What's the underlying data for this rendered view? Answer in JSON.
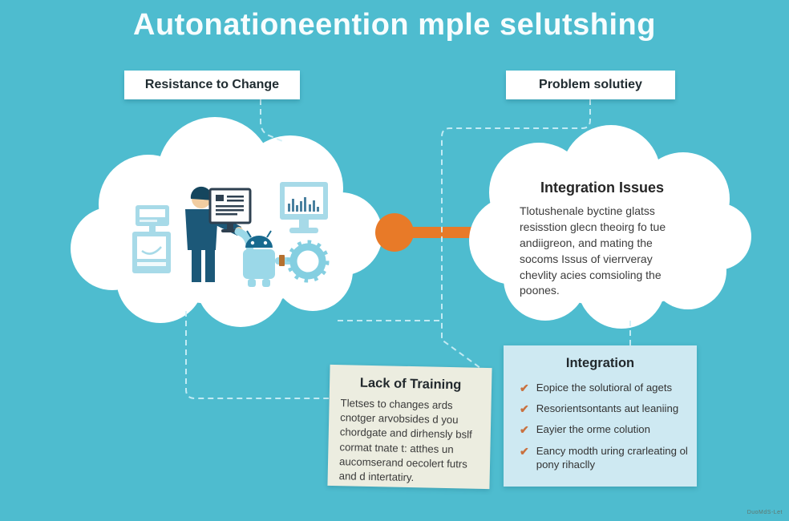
{
  "title": "Autonationeention mple selutshing",
  "labels": {
    "left": "Resistance to Change",
    "right": "Problem solutiey"
  },
  "right_cloud": {
    "heading": "Integration Issues",
    "body": "Tlotushenale byctine glatss resisstion glecn theoirg fo tue andiigreon, and mating the socoms Issus of vierrveray chevlity acies comsioling the poones."
  },
  "training_box": {
    "heading": "Lack of Training",
    "body": "Tletses to changes ards cnotger arvobsides d you chordgate and dirhensly bslf cormat tnate t: atthes un aucomserand oecolert futrs and d intertatiry."
  },
  "integration_box": {
    "heading": "Integration",
    "check_glyph": "✔",
    "items": [
      "Eopice the solutioral of agets",
      "Resorientsontants aut leaniing",
      "Eayier the orme colution",
      "Eancy modth uring crarleating ol pony rihaclly"
    ]
  },
  "watermark": "DuoMdS-Let",
  "icons": {
    "kiosk": "kiosk-machine-icon",
    "person": "worker-person-icon",
    "document_monitor": "document-screen-icon",
    "robot": "android-robot-icon",
    "gear": "gear-icon",
    "barchart_monitor": "analytics-screen-icon",
    "connector": "orange-link-connector"
  },
  "colors": {
    "background": "#4ebccf",
    "cloud": "#ffffff",
    "accent_orange": "#e87a28",
    "icon_dark_blue": "#1c5878",
    "icon_light_blue": "#a7dae8",
    "robot_blue": "#9bd8e8",
    "gear_teal": "#84cfe1",
    "check_orange": "#c9713f",
    "training_card_bg": "#ecede0",
    "integration_card_bg": "#cee9f2",
    "connector_line": "#cff0f7"
  }
}
